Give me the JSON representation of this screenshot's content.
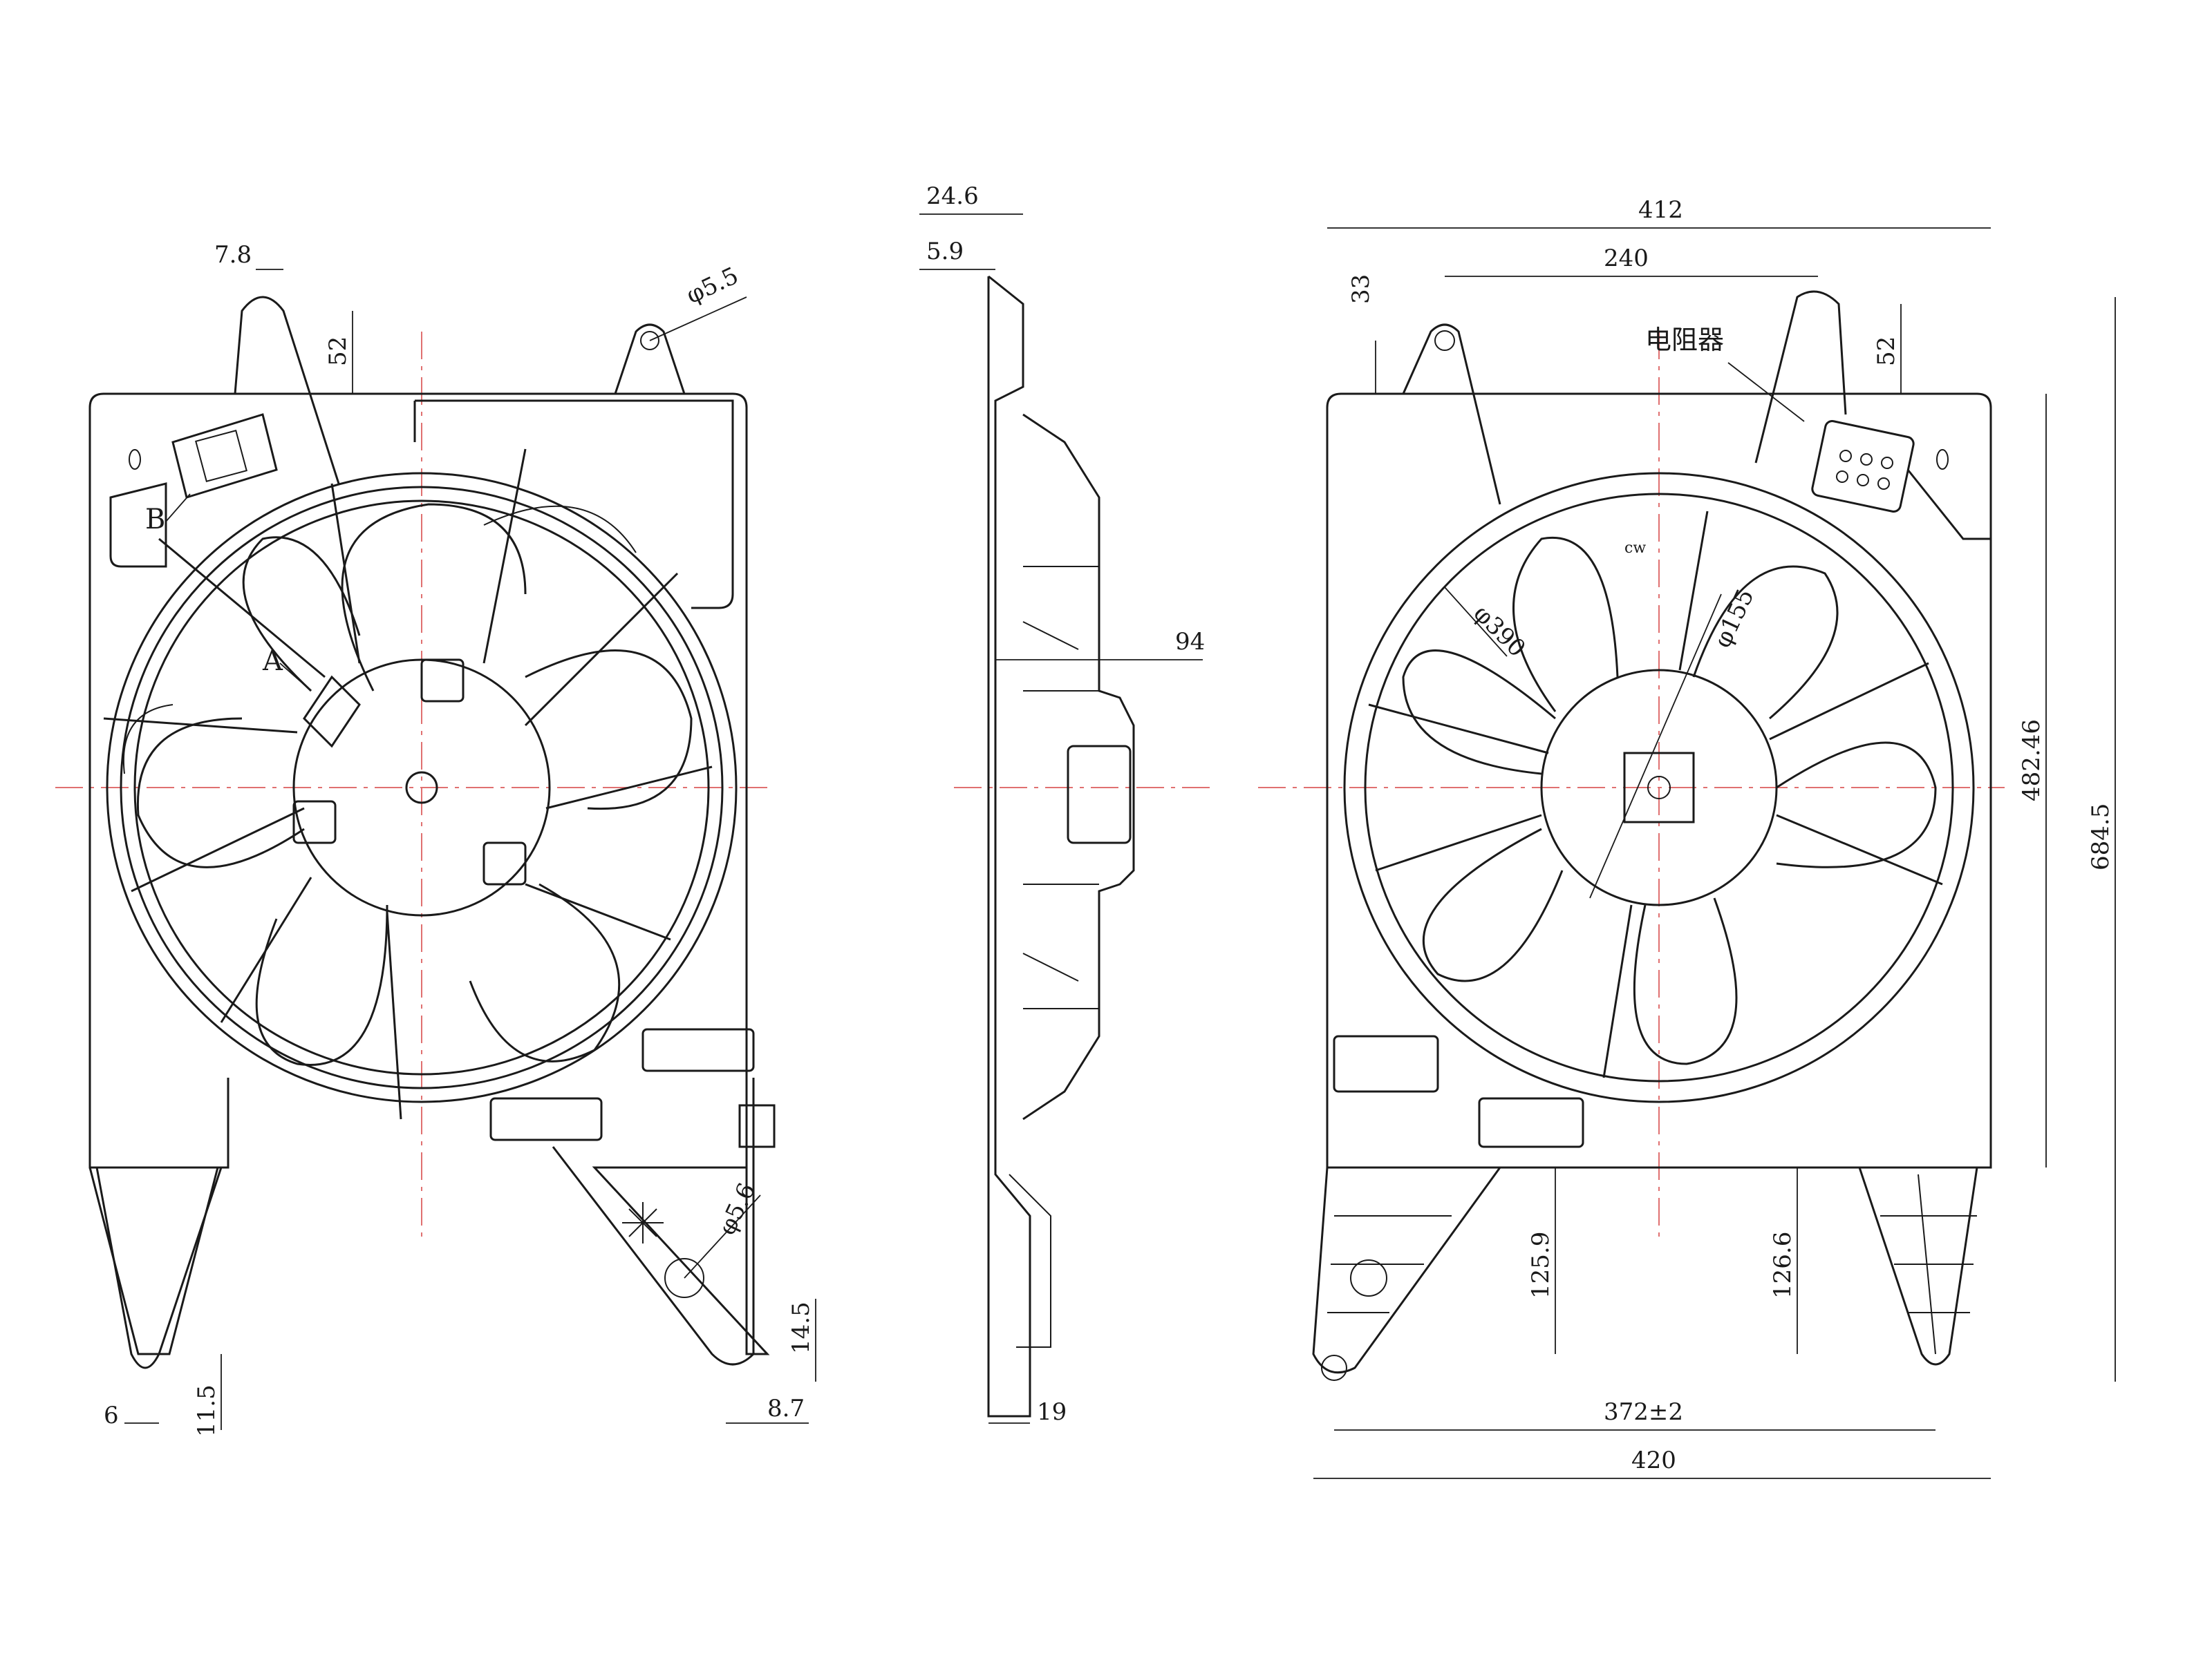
{
  "front_view": {
    "dims": {
      "d_7_8": "7.8",
      "d_52": "52",
      "d_phi55": "φ5.5",
      "d_phi56": "φ5.6",
      "d_14_5": "14.5",
      "d_6": "6",
      "d_11_5": "11.5",
      "d_8_7": "8.7"
    },
    "labels": {
      "a": "A",
      "b": "B"
    }
  },
  "side_view": {
    "dims": {
      "d_24_6": "24.6",
      "d_5_9": "5.9",
      "d_94": "94",
      "d_19": "19"
    }
  },
  "rear_view": {
    "dims": {
      "d_412": "412",
      "d_240": "240",
      "d_33": "33",
      "d_52": "52",
      "d_482_46": "482.46",
      "d_684_5": "684.5",
      "d_phi390": "φ390",
      "d_phi155": "φ155",
      "d_125_9": "125.9",
      "d_126_6": "126.6",
      "d_372": "372±2",
      "d_420": "420"
    },
    "labels": {
      "resistor": "电阻器",
      "cw": "cw"
    }
  }
}
